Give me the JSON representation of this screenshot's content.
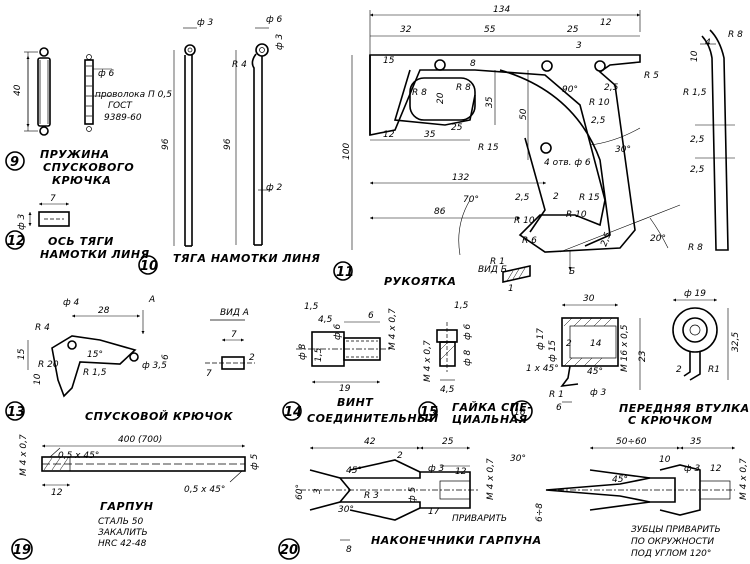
{
  "parts": [
    {
      "num": "9",
      "caption": "ПРУЖИНА СПУСКОВОГО КРЮЧКА",
      "caption_lines": [
        "ПРУЖИНА",
        "СПУСКОВОГО",
        "КРЮЧКА"
      ],
      "note_lines": [
        "проволока П 0,5",
        "ГОСТ",
        "9389-60"
      ]
    },
    {
      "num": "12",
      "caption_lines": [
        "ОСЬ ТЯГИ",
        "НАМОТКИ ЛИНЯ"
      ]
    },
    {
      "num": "10",
      "caption": "ТЯГА НАМОТКИ ЛИНЯ"
    },
    {
      "num": "11",
      "caption": "РУКОЯТКА",
      "view": "ВИД Б"
    },
    {
      "num": "13",
      "caption": "СПУСКОВОЙ КРЮЧОК",
      "view": "ВИД А"
    },
    {
      "num": "14",
      "caption_lines": [
        "ВИНТ",
        "СОЕДИНИТЕЛЬНЫЙ"
      ]
    },
    {
      "num": "15",
      "caption_lines": [
        "ГАЙКА СПЕ-",
        "ЦИАЛЬНАЯ"
      ]
    },
    {
      "num": "16",
      "caption_lines": [
        "ПЕРЕДНЯЯ ВТУЛКА",
        "С КРЮЧКОМ"
      ]
    },
    {
      "num": "19",
      "caption": "ГАРПУН",
      "note_lines": [
        "СТАЛЬ 50",
        "ЗАКАЛИТЬ",
        "HRC 42-48"
      ]
    },
    {
      "num": "20",
      "caption": "НАКОНЕЧНИКИ ГАРПУНА",
      "note_lines": [
        "ЗУБЦЫ ПРИВАРИТЬ",
        "ПО ОКРУЖНОСТИ",
        "ПОД УГЛОМ 120°"
      ]
    }
  ],
  "dims": {
    "p9": {
      "len": "40",
      "d": "ф 6"
    },
    "p12": {
      "len": "7",
      "d": "ф 3"
    },
    "p10": {
      "d3": "ф 3",
      "d6": "ф 6",
      "r4": "R 4",
      "l96a": "96",
      "l96b": "96",
      "d3b": "ф 3",
      "d2": "ф 2"
    },
    "p11": {
      "l134": "134",
      "l32": "32",
      "l55": "55",
      "l25": "25",
      "l12": "12",
      "l15": "15",
      "l8": "8",
      "l3": "3",
      "r5": "R 5",
      "a90": "90°",
      "r8a": "R 8",
      "r8b": "R 8",
      "l20": "20",
      "l35": "35",
      "l12b": "12",
      "l35b": "35",
      "l25b": "25",
      "r15": "R 15",
      "l50": "50",
      "l25c": "2,5",
      "hole": "4 отв. ф 6",
      "a30": "30°",
      "l100": "100",
      "l132": "132",
      "l86": "86",
      "a70": "70°",
      "l25d": "2,5",
      "l2": "2",
      "r15b": "R 15",
      "r10a": "R 10",
      "r10b": "R 10",
      "r6": "R 6",
      "l25e": "2,5",
      "a20": "20°",
      "r1": "R 1",
      "l1": "1",
      "b": "Б",
      "r10c": "R 10",
      "l25f": "2,5"
    },
    "p11s": {
      "l4": "4",
      "r8": "R 8",
      "l10": "10",
      "r15": "R 1,5",
      "l25a": "2,5",
      "l25b": "2,5",
      "r8b": "R 8"
    },
    "p13": {
      "d4": "ф 4",
      "l28": "28",
      "a": "А",
      "r4": "R 4",
      "l15": "15",
      "a15": "15°",
      "r20": "R 20",
      "l10": "10",
      "r15": "R 1,5",
      "d35": "ф 3,5",
      "l6": "6",
      "l7": "7",
      "l2": "2",
      "l7b": "7"
    },
    "p14": {
      "l15": "1,5",
      "l45": "4,5",
      "d6": "ф 6",
      "l6": "6",
      "m4": "М 4 х 0,7",
      "d8": "ф 8",
      "l15b": "1,5",
      "l19": "19"
    },
    "p15": {
      "l15": "1,5",
      "d6": "ф 6",
      "d8": "ф 8",
      "m4": "М 4 х 0,7",
      "l45": "4,5"
    },
    "p16": {
      "l30": "30",
      "d17": "ф 17",
      "d15": "ф 15",
      "l2": "2",
      "l14": "14",
      "m16": "М 16 х 0,5",
      "l23": "23",
      "c": "1 х 45°",
      "a45": "45°",
      "r1": "R 1",
      "d3": "ф 3",
      "l6": "6",
      "d19": "ф 19",
      "l325": "32,5",
      "r1b": "R1",
      "l2b": "2"
    },
    "p19": {
      "m4": "М 4 х 0,7",
      "len": "400 (700)",
      "ch1": "0,5 х 45°",
      "d5": "ф 5",
      "l12": "12",
      "ch2": "0,5 х 45°"
    },
    "p20": {
      "l42": "42",
      "l25": "25",
      "l2": "2",
      "a45": "45°",
      "d3": "ф 3",
      "l12": "12",
      "a60": "60°",
      "l3": "3",
      "r3": "R 3",
      "d5": "ф 5",
      "m4": "М 4 х 0,7",
      "a30": "30°",
      "l17": "17",
      "weld": "ПРИВАРИТЬ",
      "l8": "8",
      "l5060": "50÷60",
      "l35": "35",
      "a30b": "30°",
      "a45b": "45°",
      "l10": "10",
      "d3b": "ф 3",
      "l12b": "12",
      "l68": "6÷8",
      "m4b": "М 4 х 0,7"
    }
  }
}
